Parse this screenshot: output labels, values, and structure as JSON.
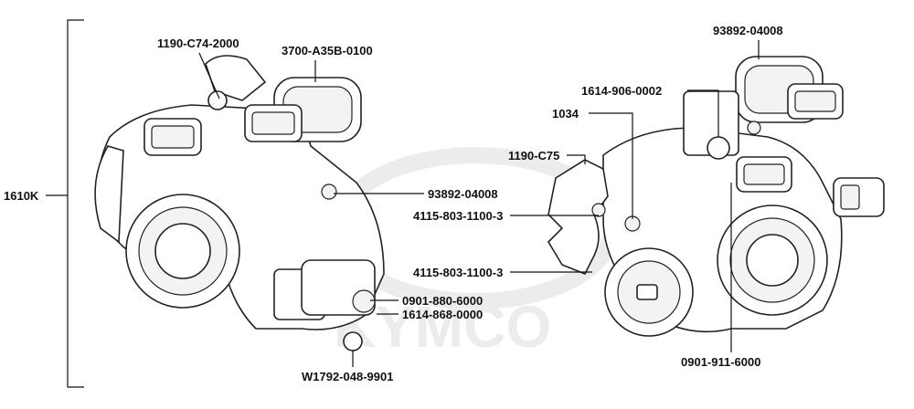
{
  "watermark": "KYMCO",
  "assembly": {
    "label": "1610K"
  },
  "callouts": {
    "c1": "1190-C74-2000",
    "c2": "3700-A35B-0100",
    "c3": "93892-04008",
    "c4": "4115-803-1100-3",
    "c5": "4115-803-1100-3",
    "c6": "0901-880-6000",
    "c7": "1614-868-0000",
    "c8": "W1792-048-9901",
    "c9": "93892-04008",
    "c10": "1614-906-0002",
    "c11": "1034",
    "c12": "1190-C75",
    "c13": "0901-911-6000"
  }
}
